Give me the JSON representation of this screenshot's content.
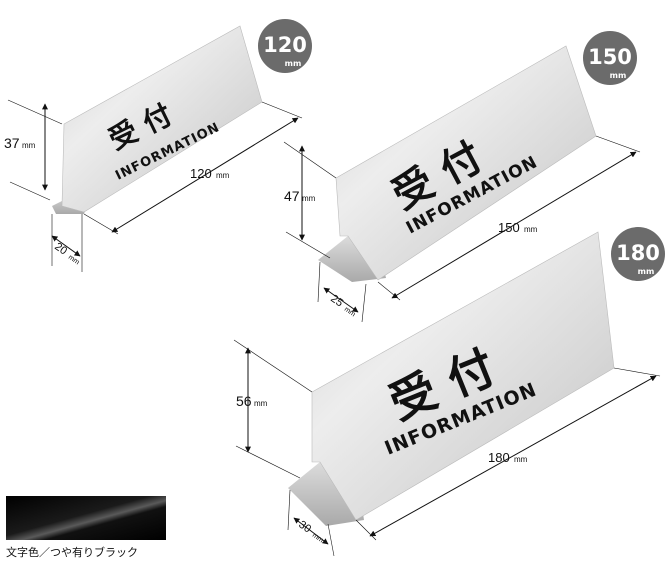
{
  "signs": [
    {
      "size_badge": {
        "value": "120",
        "unit": "mm"
      },
      "plate": {
        "jp": "受 付",
        "en": "INFORMATION"
      },
      "dims": {
        "height": {
          "value": "37",
          "unit": "mm"
        },
        "width": {
          "value": "120",
          "unit": "mm"
        },
        "depth": {
          "value": "20",
          "unit": "mm"
        }
      }
    },
    {
      "size_badge": {
        "value": "150",
        "unit": "mm"
      },
      "plate": {
        "jp": "受 付",
        "en": "INFORMATION"
      },
      "dims": {
        "height": {
          "value": "47",
          "unit": "mm"
        },
        "width": {
          "value": "150",
          "unit": "mm"
        },
        "depth": {
          "value": "25",
          "unit": "mm"
        }
      }
    },
    {
      "size_badge": {
        "value": "180",
        "unit": "mm"
      },
      "plate": {
        "jp": "受 付",
        "en": "INFORMATION"
      },
      "dims": {
        "height": {
          "value": "56",
          "unit": "mm"
        },
        "width": {
          "value": "180",
          "unit": "mm"
        },
        "depth": {
          "value": "30",
          "unit": "mm"
        }
      }
    }
  ],
  "swatch": {
    "color": "#000000",
    "label": "文字色／つや有りブラック"
  },
  "colors": {
    "badge": "#6b6b6b",
    "plate_light": "#e4e4e4",
    "plate_dark": "#b9b9b9"
  }
}
